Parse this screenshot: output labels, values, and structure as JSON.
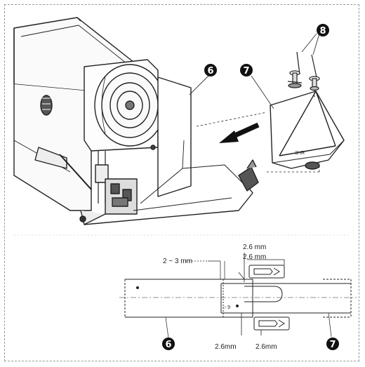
{
  "callouts": {
    "part6": "6",
    "part7": "7",
    "part8": "8"
  },
  "detail": {
    "top_dim_upper": "2.6 mm",
    "top_dim_lower": "2.6 mm",
    "gap_dim": "2 ~ 3 mm",
    "bottom_dim_left": "2.6mm",
    "bottom_dim_right": "2.6mm",
    "callout_left": "6",
    "callout_right": "7"
  },
  "colors": {
    "ink": "#1a1a1a",
    "badge": "#111111",
    "line": "#333333"
  }
}
